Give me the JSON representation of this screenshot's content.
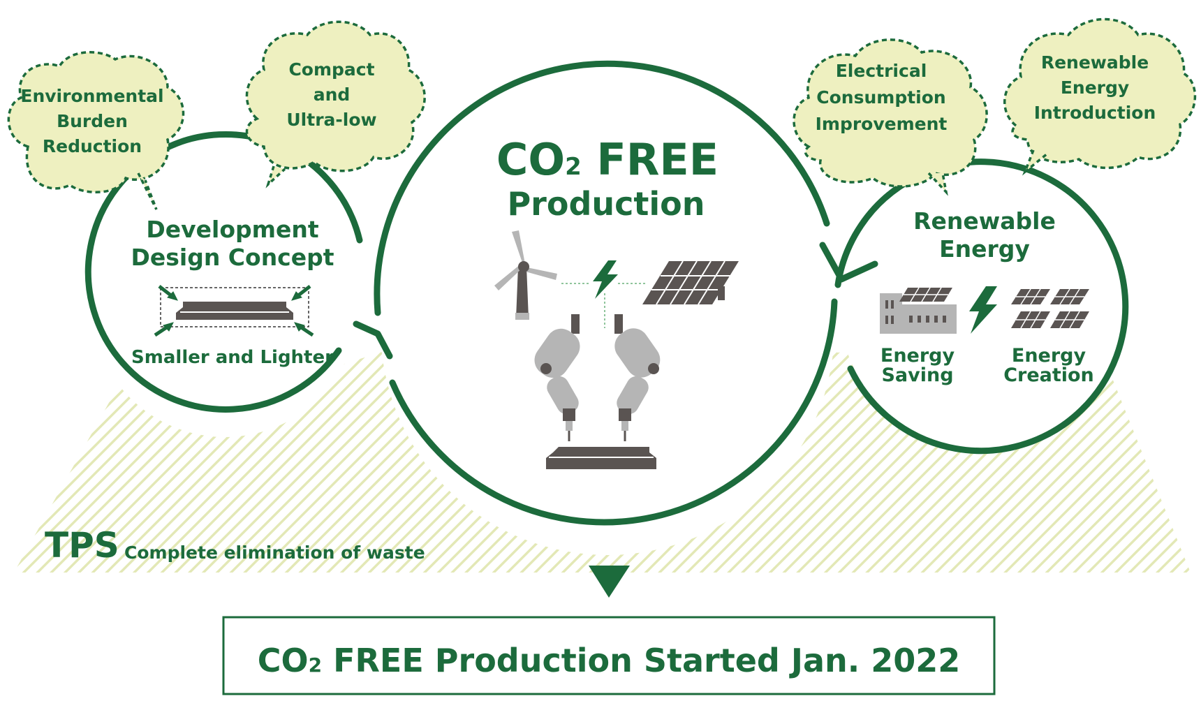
{
  "colors": {
    "primary_green": "#1c6b3c",
    "cloud_fill": "#eef0c0",
    "hatch": "#e3e8b6",
    "icon_dark": "#5a5452",
    "icon_gray": "#b5b5b5"
  },
  "clouds": [
    {
      "lines": [
        "Environmental",
        "Burden",
        "Reduction"
      ]
    },
    {
      "lines": [
        "Compact",
        "and",
        "Ultra-low"
      ]
    },
    {
      "lines": [
        "Electrical",
        "Consumption",
        "Improvement"
      ]
    },
    {
      "lines": [
        "Renewable",
        "Energy",
        "Introduction"
      ]
    }
  ],
  "left_circle": {
    "title_lines": [
      "Development",
      "Design Concept"
    ],
    "caption": "Smaller and Lighter"
  },
  "center_circle": {
    "title_main": "CO",
    "title_sub": "2",
    "title_rest": " FREE",
    "subtitle": "Production"
  },
  "right_circle": {
    "title_lines": [
      "Renewable",
      "Energy"
    ],
    "item_left_lines": [
      "Energy",
      "Saving"
    ],
    "item_right_lines": [
      "Energy",
      "Creation"
    ]
  },
  "tps": {
    "label": "TPS",
    "desc": "Complete elimination of waste"
  },
  "bottom_box": {
    "main": "CO",
    "sub": "2",
    "rest": " FREE Production Started Jan. 2022"
  },
  "icons": {
    "wind_turbine": "wind-turbine-icon",
    "lightning": "lightning-icon",
    "solar_panel": "solar-panel-icon",
    "robot_arm": "robot-arm-icon",
    "factory": "factory-icon",
    "product_board": "product-board-icon"
  }
}
